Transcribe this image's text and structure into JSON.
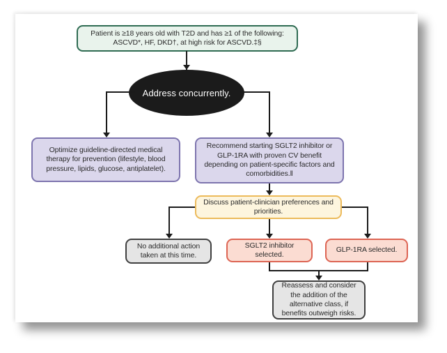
{
  "figure": {
    "type": "clinical-decision-flowchart",
    "nodes": {
      "criteria": {
        "text": "Patient is ≥18 years old with T2D and has ≥1 of the following: ASCVD*, HF, DKD†, at high risk for ASCVD.‡§",
        "shape": "rounded-rect",
        "theme": "green"
      },
      "address": {
        "text": "Address concurrently.",
        "shape": "ellipse",
        "theme": "black"
      },
      "optimize": {
        "text": "Optimize guideline-directed medical therapy for prevention (lifestyle, blood pressure, lipids, glucose, antiplatelet).",
        "shape": "rounded-rect",
        "theme": "purple"
      },
      "recommend": {
        "text": "Recommend starting SGLT2 inhibitor or GLP-1RA with proven CV benefit depending on patient-specific factors and comorbidities.‖",
        "shape": "rounded-rect",
        "theme": "purple"
      },
      "discuss": {
        "text": "Discuss patient-clinician preferences and priorities.",
        "shape": "rounded-rect",
        "theme": "yellow"
      },
      "no_action": {
        "text": "No additional action taken at this time.",
        "shape": "rounded-rect",
        "theme": "gray"
      },
      "sglt2": {
        "text": "SGLT2 inhibitor selected.",
        "shape": "rounded-rect",
        "theme": "pink"
      },
      "glp1ra": {
        "text": "GLP-1RA selected.",
        "shape": "rounded-rect",
        "theme": "pink"
      },
      "reassess": {
        "text": "Reassess and consider the addition of the alternative class, if benefits outweigh risks.",
        "shape": "rounded-rect",
        "theme": "gray"
      }
    },
    "edges": [
      "criteria -> address",
      "address -> optimize",
      "address -> recommend",
      "recommend -> discuss",
      "discuss -> no_action",
      "discuss -> sglt2",
      "discuss -> glp1ra",
      "sglt2 -> reassess",
      "glp1ra -> reassess"
    ]
  },
  "colors": {
    "page_bg": "#ffffff",
    "line": "#1a1a1a",
    "text": "#2b2b2b",
    "criteria_bg": "#e9f3ec",
    "criteria_border": "#2e6b52",
    "ellipse_bg": "#1b1b1b",
    "ellipse_text": "#ffffff",
    "purple_bg": "#dbd7ec",
    "purple_border": "#7d74ae",
    "yellow_bg": "#fdf5de",
    "yellow_border": "#ecba5a",
    "gray_bg": "#e5e5e5",
    "gray_border": "#3f3f3f",
    "pink_bg": "#fbdcd2",
    "pink_border": "#dd6453"
  }
}
